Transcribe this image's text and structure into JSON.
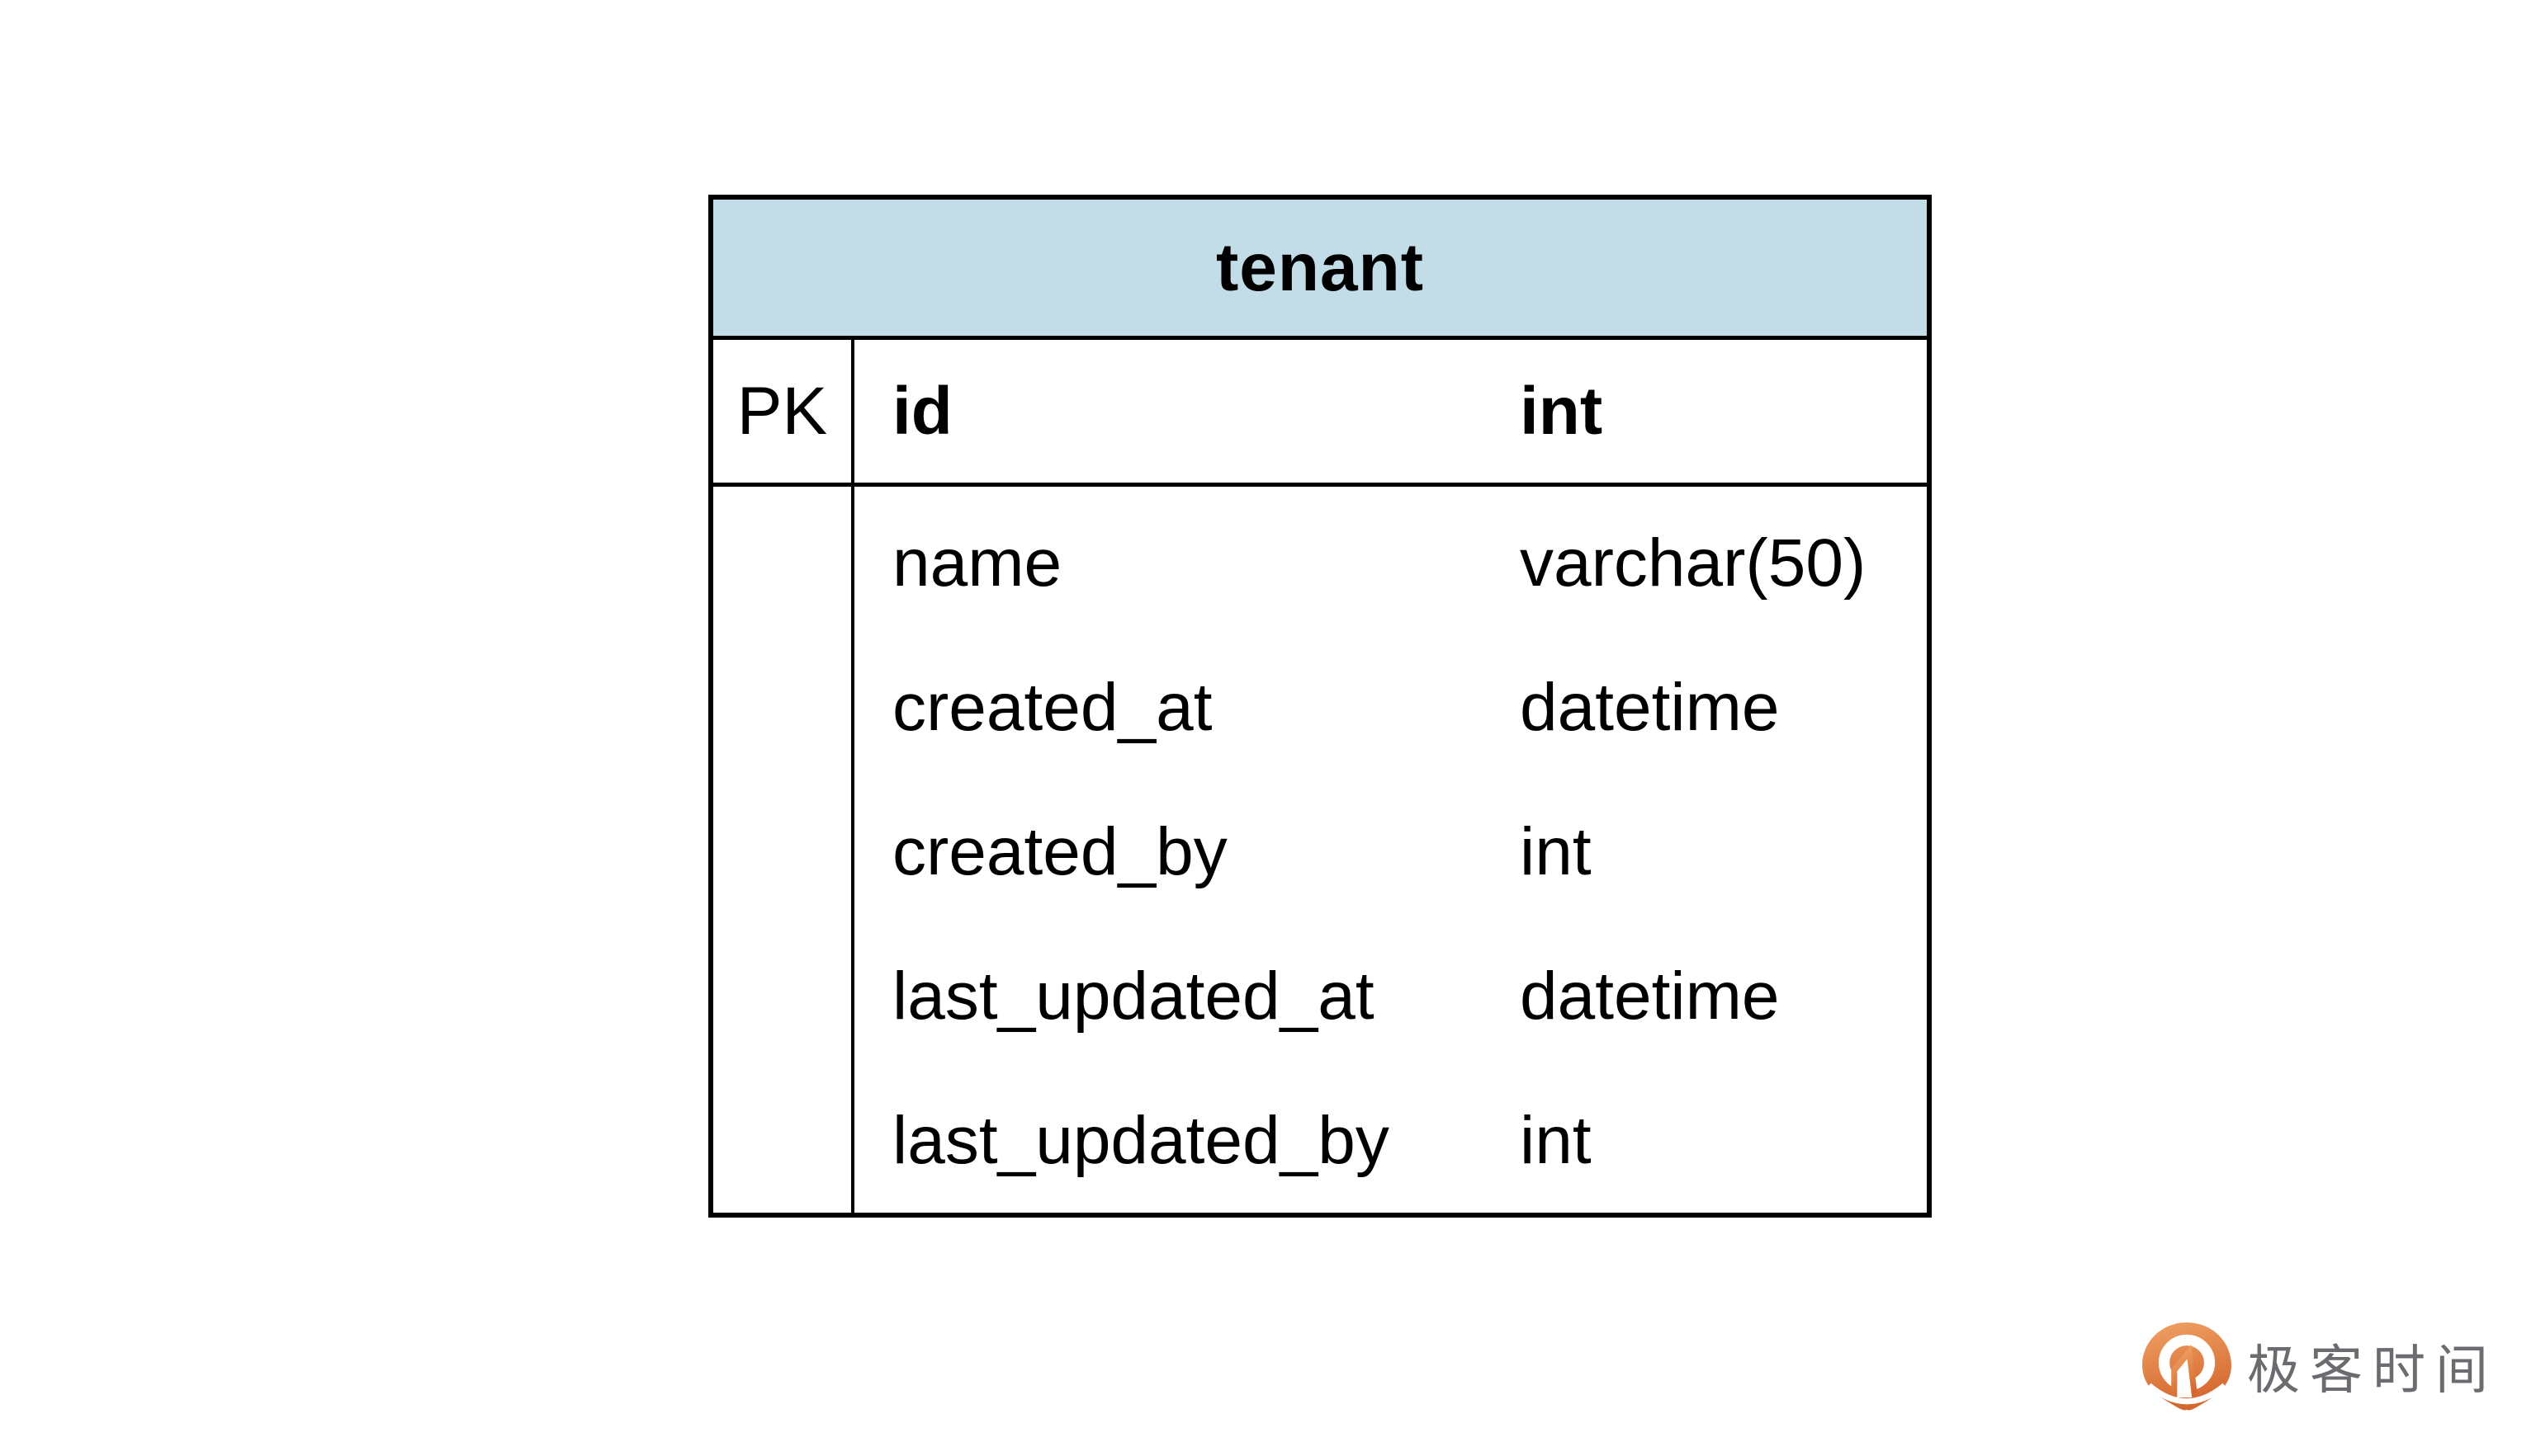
{
  "page": {
    "background_color": "#ffffff"
  },
  "entity_table": {
    "title": "tenant",
    "header_bg_color": "#c2dde8",
    "border_color": "#000000",
    "text_color": "#000000",
    "primary_key": {
      "key_label": "PK",
      "name": "id",
      "type": "int"
    },
    "attributes": [
      {
        "name": "name",
        "type": "varchar(50)"
      },
      {
        "name": "created_at",
        "type": "datetime"
      },
      {
        "name": "created_by",
        "type": "int"
      },
      {
        "name": "last_updated_at",
        "type": "datetime"
      },
      {
        "name": "last_updated_by",
        "type": "int"
      }
    ]
  },
  "logo": {
    "text": "极客时间",
    "text_color": "#6b6b70",
    "mark_color_light": "#f0a266",
    "mark_color_dark": "#d4672e"
  }
}
